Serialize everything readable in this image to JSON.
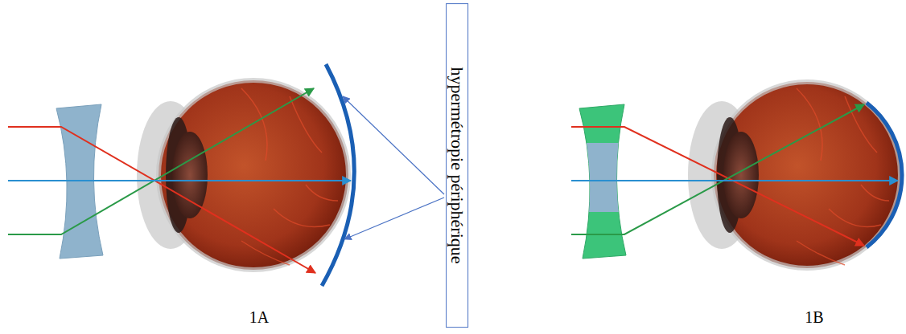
{
  "diagram": {
    "nodes": [
      {
        "text": [
          "hypermétropie périphérique"
        ]
      }
    ],
    "labels": [
      "1A",
      "1B"
    ]
  }
}
